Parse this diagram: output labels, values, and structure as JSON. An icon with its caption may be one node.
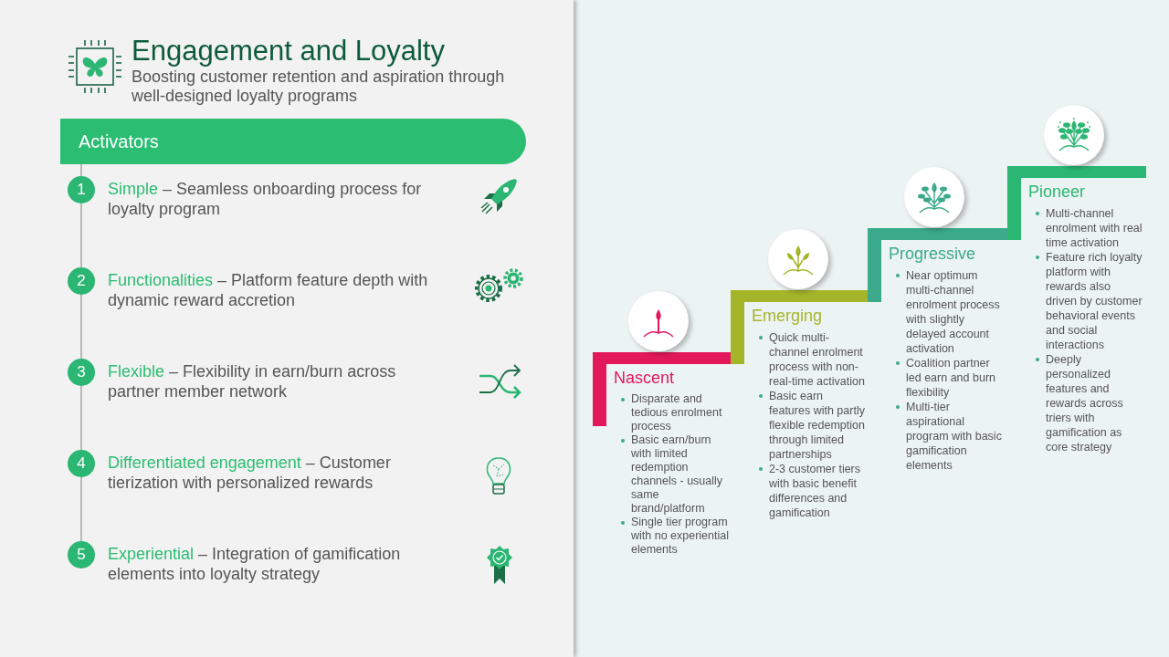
{
  "diagram": {
    "title": "Engagement and Loyalty",
    "nodes": [
      {
        "text": [
          "Activators"
        ]
      },
      {
        "text": [
          "1"
        ],
        "beside": [
          "Simple",
          "– Seamless onboarding process for loyalty program"
        ]
      },
      {
        "text": [
          "2"
        ],
        "beside": [
          "Functionalities",
          "– Platform feature depth with dynamic reward accretion"
        ]
      },
      {
        "text": [
          "3"
        ],
        "beside": [
          "Flexible",
          "– Flexibility in earn/burn across partner member network"
        ]
      },
      {
        "text": [
          "4"
        ],
        "beside": [
          "Differentiated engagement",
          "– Customer tierization with personalized rewards"
        ]
      },
      {
        "text": [
          "5"
        ],
        "beside": [
          "Experiential",
          "– Integration of gamification elements into loyalty strategy"
        ]
      },
      {
        "text": [
          "Nascent",
          "Disparate and tedious enrolment process",
          "Basic earn/burn with limited redemption channels - usually same brand/platform",
          "Single tier program with no experiential elements"
        ]
      },
      {
        "text": [
          "Emerging",
          "Quick multi-channel enrolment process with non-real-time activation",
          "Basic earn features with partly flexible redemption through limited partnerships",
          "2-3 customer tiers with basic benefit differences and gamification"
        ]
      },
      {
        "text": [
          "Progressive",
          "Near optimum multi-channel enrolment process with slightly delayed account activation",
          "Coalition partner led earn and burn flexibility",
          "Multi-tier aspirational program with basic gamification elements"
        ]
      },
      {
        "text": [
          "Pioneer",
          "Multi-channel enrolment with real time activation",
          "Feature rich loyalty platform with rewards also driven by customer behavioral events and social interactions",
          "Deeply personalized features and rewards across triers with gamification as core strategy"
        ]
      }
    ],
    "edges": [
      {
        "from": 0,
        "to": 1,
        "arrow": "none"
      },
      {
        "from": 1,
        "to": 2,
        "arrow": "none"
      },
      {
        "from": 2,
        "to": 3,
        "arrow": "none"
      },
      {
        "from": 3,
        "to": 4,
        "arrow": "none"
      },
      {
        "from": 4,
        "to": 5,
        "arrow": "none"
      }
    ],
    "labels": [
      "Boosting customer retention and aspiration through well-designed loyalty programs"
    ]
  }
}
